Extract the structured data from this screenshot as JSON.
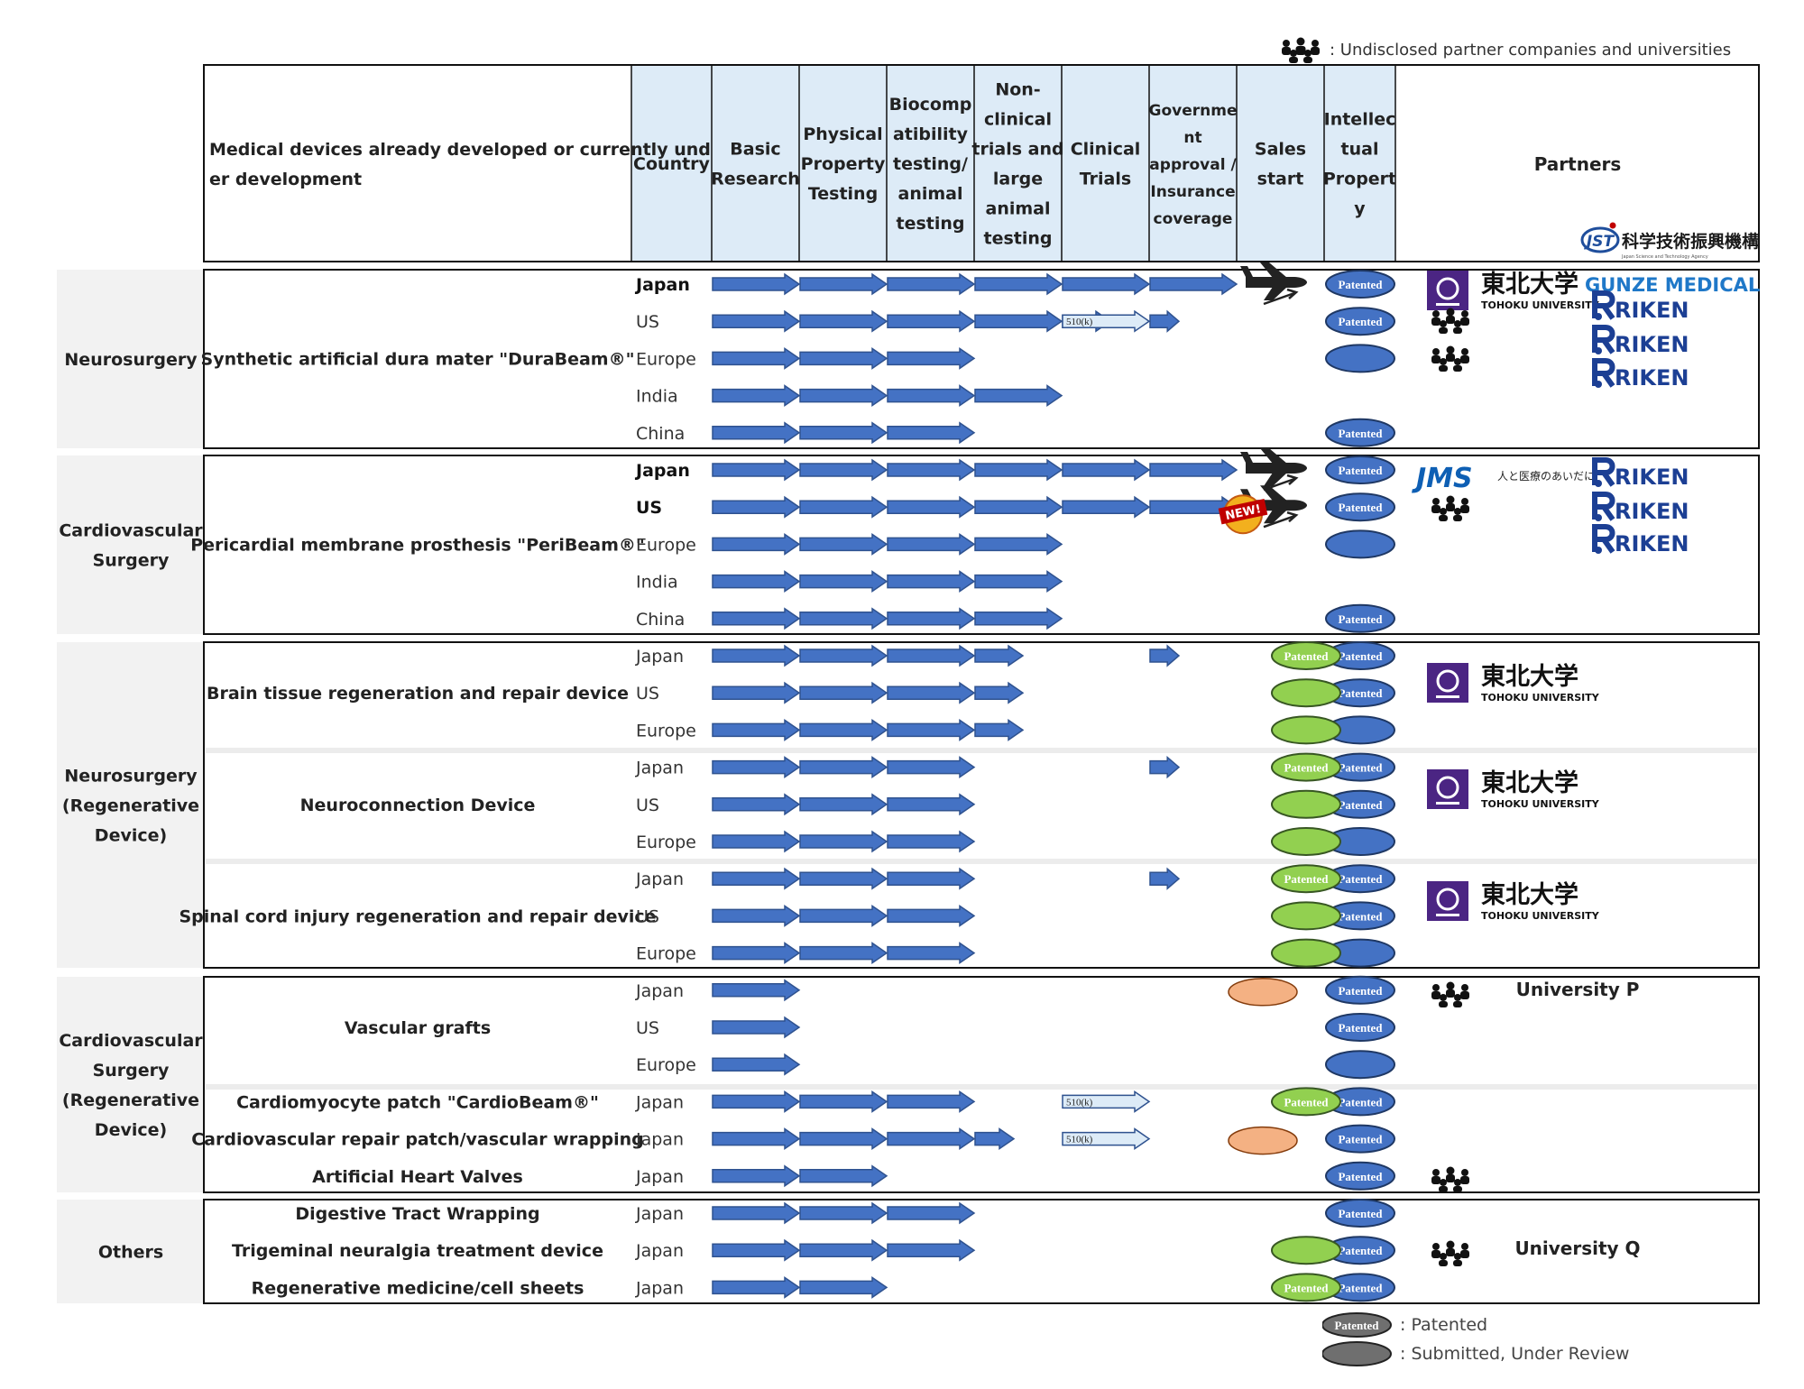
{
  "legend_top": {
    "icon": "people-group-icon",
    "text": ": Undisclosed partner companies and universities"
  },
  "header": {
    "device_col": "Medical devices already developed or currently under development",
    "stage_cols": [
      "Country",
      "Basic Research",
      "Physical Property Testing",
      "Biocomp atibility testing/ animal testing",
      "Non- clinical trials and large animal testing",
      "Clinical Trials",
      "Governme nt approval / Insurance coverage",
      "Sales start",
      "Intellec tual Propert y"
    ],
    "partners_col": "Partners",
    "jst_logo": {
      "mark": "JST",
      "text": "科学技術振興機構",
      "tagline": "Japan Science and Technology Agency"
    }
  },
  "groups": [
    {
      "label": "Neurosurgery"
    },
    {
      "label": "Cardiovascular Surgery"
    },
    {
      "label": "Neurosurgery (Regenerative Device)"
    },
    {
      "label": "Cardiovascular Surgery (Regenerative Device)"
    },
    {
      "label": "Others"
    }
  ],
  "devices": [
    "Synthetic artificial dura mater \"DuraBeam®\"",
    "Pericardial membrane prosthesis \"PeriBeam®\"",
    "Brain tissue regeneration and repair device",
    "Neuroconnection Device",
    "Spinal cord injury regeneration and repair device",
    "Vascular grafts",
    "Cardiomyocyte patch \"CardioBeam®\"",
    "Cardiovascular repair patch/vascular wrapping",
    "Artificial Heart Valves",
    "Digestive Tract Wrapping",
    "Trigeminal neuralgia treatment device",
    "Regenerative medicine/cell sheets"
  ],
  "rows": [
    {
      "country": "Japan",
      "bold": true,
      "stage": 6,
      "sales": "plane",
      "ip": "patented"
    },
    {
      "country": "US",
      "stage": 4.55,
      "extra": [
        {
          "type": "510k",
          "label": "510(k)"
        },
        {
          "type": "short"
        }
      ],
      "ip": "patented"
    },
    {
      "country": "Europe",
      "stage": 3,
      "ip": "submitted"
    },
    {
      "country": "India",
      "stage": 4
    },
    {
      "country": "China",
      "stage": 3,
      "ip": "patented"
    },
    {
      "country": "Japan",
      "bold": true,
      "stage": 6,
      "sales": "plane",
      "ip": "patented"
    },
    {
      "country": "US",
      "bold": true,
      "stage": 6,
      "sales": "plane-new",
      "new_label": "NEW!",
      "ip": "patented"
    },
    {
      "country": "Europe",
      "stage": 4,
      "ip": "submitted"
    },
    {
      "country": "India",
      "stage": 4
    },
    {
      "country": "China",
      "stage": 4,
      "ip": "patented"
    },
    {
      "country": "Japan",
      "stage": 3.55,
      "short_gov": true,
      "green": "patented",
      "ip": "patented"
    },
    {
      "country": "US",
      "stage": 3.55,
      "green": "submitted",
      "ip": "patented"
    },
    {
      "country": "Europe",
      "stage": 3.55,
      "green": "submitted",
      "ip": "submitted"
    },
    {
      "country": "Japan",
      "stage": 3,
      "short_gov": true,
      "green": "patented",
      "ip": "patented"
    },
    {
      "country": "US",
      "stage": 3,
      "green": "submitted",
      "ip": "patented"
    },
    {
      "country": "Europe",
      "stage": 3,
      "green": "submitted",
      "ip": "submitted"
    },
    {
      "country": "Japan",
      "stage": 3,
      "short_gov": true,
      "green": "patented",
      "ip": "patented"
    },
    {
      "country": "US",
      "stage": 3,
      "green": "submitted",
      "ip": "patented"
    },
    {
      "country": "Europe",
      "stage": 3,
      "green": "submitted",
      "ip": "submitted"
    },
    {
      "country": "Japan",
      "stage": 1,
      "orange": true,
      "ip": "patented"
    },
    {
      "country": "US",
      "stage": 1,
      "ip": "patented"
    },
    {
      "country": "Europe",
      "stage": 1,
      "ip": "submitted"
    },
    {
      "country": "Japan",
      "stage": 3,
      "extra": [
        {
          "type": "510k",
          "label": "510(k)"
        }
      ],
      "green": "patented",
      "ip": "patented"
    },
    {
      "country": "Japan",
      "stage": 3.45,
      "extra": [
        {
          "type": "510k",
          "label": "510(k)"
        }
      ],
      "orange": true,
      "ip": "patented"
    },
    {
      "country": "Japan",
      "stage": 2,
      "ip": "patented"
    },
    {
      "country": "Japan",
      "stage": 3,
      "ip": "patented"
    },
    {
      "country": "Japan",
      "stage": 3,
      "green": "submitted",
      "ip": "patented"
    },
    {
      "country": "Japan",
      "stage": 2,
      "green": "patented",
      "ip": "patented"
    }
  ],
  "ip_label": "Patented",
  "partners": {
    "tohoku_kanji": "東北大学",
    "tohoku_en": "TOHOKU UNIVERSITY",
    "gunze": "GUNZE MEDICAL",
    "riken": "RIKEN",
    "jms": "JMS",
    "jms_tagline": "人と医療のあいだに",
    "university_p": "University P",
    "university_q": "University Q"
  },
  "legend_bottom": [
    {
      "symbol_label": "Patented",
      "text": ": Patented"
    },
    {
      "symbol_label": "",
      "text": ": Submitted, Under Review"
    }
  ],
  "colors": {
    "arrow": "#4472C4",
    "arrow_dark": "#2F528F",
    "ip_blue": "#4472C4",
    "green": "#92D050",
    "orange": "#F4B183",
    "header_bg": "#DDEBF7",
    "group_bg": "#F2F2F2",
    "gray": "#6f6f6f",
    "tohoku": "#4B2583",
    "riken": "#1C3F94",
    "jms": "#0E5FB4"
  }
}
